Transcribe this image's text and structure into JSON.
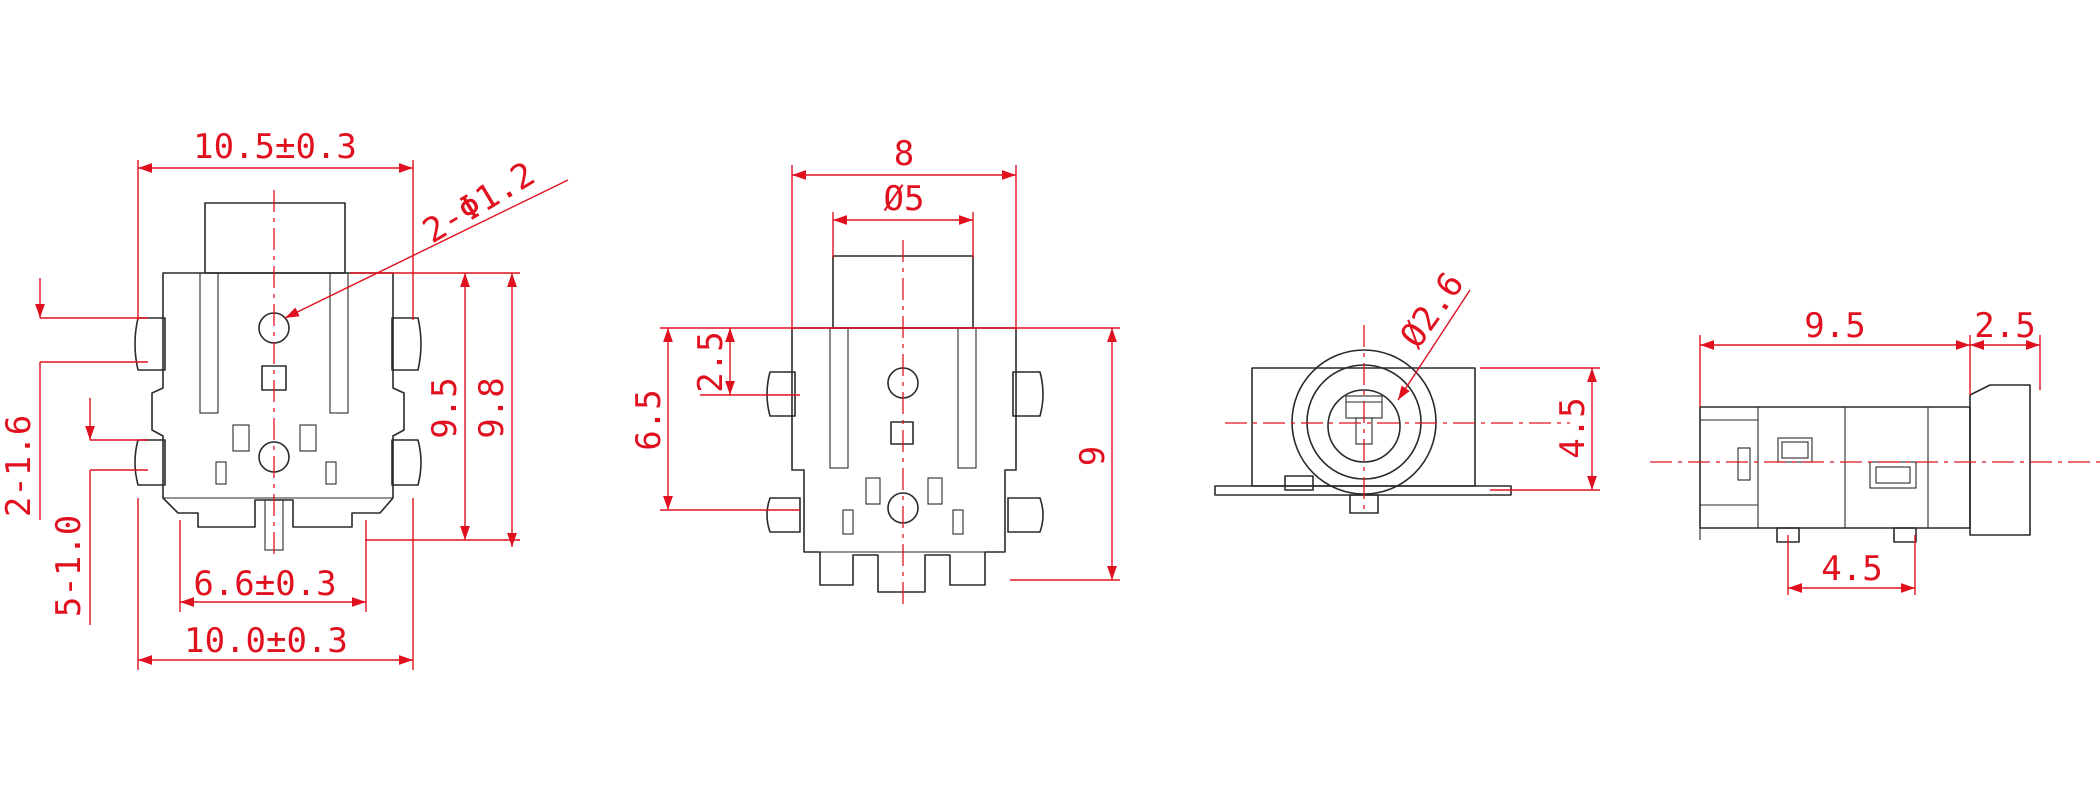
{
  "colors": {
    "outline": "#2a2a2a",
    "dimension": "#e1101e",
    "background": "#ffffff"
  },
  "views": {
    "front": {
      "top_width": "10.5±0.3",
      "hole_callout": "2-Φ1.2",
      "bottom_width": "10.0±0.3",
      "pin_span": "6.6±0.3",
      "height_inner": "9.5",
      "height_outer": "9.8",
      "pin_spacing_a": "2-1.6",
      "pin_spacing_b": "5-1.0"
    },
    "back": {
      "width": "8",
      "bore": "Ø5",
      "offset": "2.5",
      "pin_height": "6.5",
      "height": "9"
    },
    "end": {
      "hole_diameter": "Ø2.6",
      "center_height": "4.5"
    },
    "side": {
      "body_length": "9.5",
      "nose_length": "2.5",
      "pad_spacing": "4.5"
    }
  }
}
